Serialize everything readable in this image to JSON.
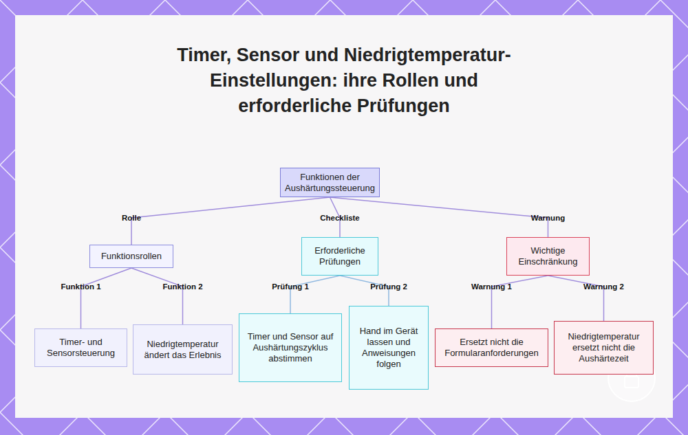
{
  "diagram": {
    "title": "Timer, Sensor und Niedrigtemperatur-Einstellungen: ihre Rollen und erforderliche Prüfungen",
    "nodes": [
      {
        "text": [
          "Funktionen der Aushärtungssteuerung"
        ]
      },
      {
        "text": [
          "Funktionsrollen"
        ]
      },
      {
        "text": [
          "Erforderliche Prüfungen"
        ]
      },
      {
        "text": [
          "Wichtige Einschränkung"
        ]
      },
      {
        "text": [
          "Timer- und Sensorsteuerung"
        ]
      },
      {
        "text": [
          "Niedrigtemperatur ändert das Erlebnis"
        ]
      },
      {
        "text": [
          "Timer und Sensor auf Aushärtungszyklus abstimmen"
        ]
      },
      {
        "text": [
          "Hand im Gerät lassen und Anweisungen folgen"
        ]
      },
      {
        "text": [
          "Ersetzt nicht die Formularanforderungen"
        ]
      },
      {
        "text": [
          "Niedrigtemperatur ersetzt nicht die Aushärtezeit"
        ]
      }
    ],
    "edges": [
      {
        "from": 0,
        "to": 1,
        "label": "Rolle",
        "arrow": "none"
      },
      {
        "from": 0,
        "to": 2,
        "label": "Checkliste",
        "arrow": "none"
      },
      {
        "from": 0,
        "to": 3,
        "label": "Warnung",
        "arrow": "none"
      },
      {
        "from": 1,
        "to": 4,
        "label": "Funktion 1",
        "arrow": "none"
      },
      {
        "from": 1,
        "to": 5,
        "label": "Funktion 2",
        "arrow": "none"
      },
      {
        "from": 2,
        "to": 6,
        "label": "Prüfung 1",
        "arrow": "none"
      },
      {
        "from": 2,
        "to": 7,
        "label": "Prüfung 2",
        "arrow": "none"
      },
      {
        "from": 3,
        "to": 8,
        "label": "Warnung 1",
        "arrow": "none"
      },
      {
        "from": 3,
        "to": 9,
        "label": "Warnung 2",
        "arrow": "none"
      }
    ]
  }
}
